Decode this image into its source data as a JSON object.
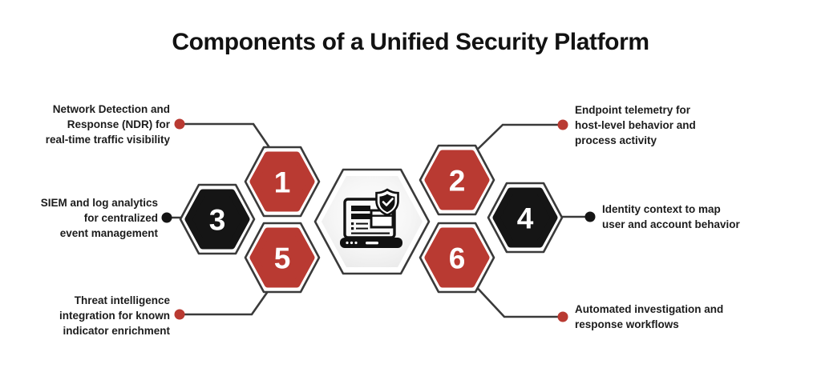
{
  "title": "Components of a Unified Security Platform",
  "colors": {
    "accent_red": "#b93a32",
    "accent_black": "#151515",
    "connector": "#3a3a3a",
    "background": "#ffffff",
    "number_text": "#ffffff"
  },
  "center": {
    "icon": "laptop-security-shield-icon"
  },
  "components": [
    {
      "number": "1",
      "hex_color": "#b93a32",
      "dot_color": "#b93a32",
      "label_lines": [
        "Network Detection and",
        "Response (NDR) for",
        "real-time traffic visibility"
      ]
    },
    {
      "number": "2",
      "hex_color": "#b93a32",
      "dot_color": "#b93a32",
      "label_lines": [
        "Endpoint telemetry for",
        "host-level behavior and",
        "process activity"
      ]
    },
    {
      "number": "3",
      "hex_color": "#151515",
      "dot_color": "#151515",
      "label_lines": [
        "SIEM and log analytics",
        "for centralized",
        "event management"
      ]
    },
    {
      "number": "4",
      "hex_color": "#151515",
      "dot_color": "#151515",
      "label_lines": [
        "Identity context to map",
        "user and account behavior"
      ]
    },
    {
      "number": "5",
      "hex_color": "#b93a32",
      "dot_color": "#b93a32",
      "label_lines": [
        "Threat intelligence",
        "integration for known",
        "indicator enrichment"
      ]
    },
    {
      "number": "6",
      "hex_color": "#b93a32",
      "dot_color": "#b93a32",
      "label_lines": [
        "Automated investigation and",
        "response workflows"
      ]
    }
  ]
}
